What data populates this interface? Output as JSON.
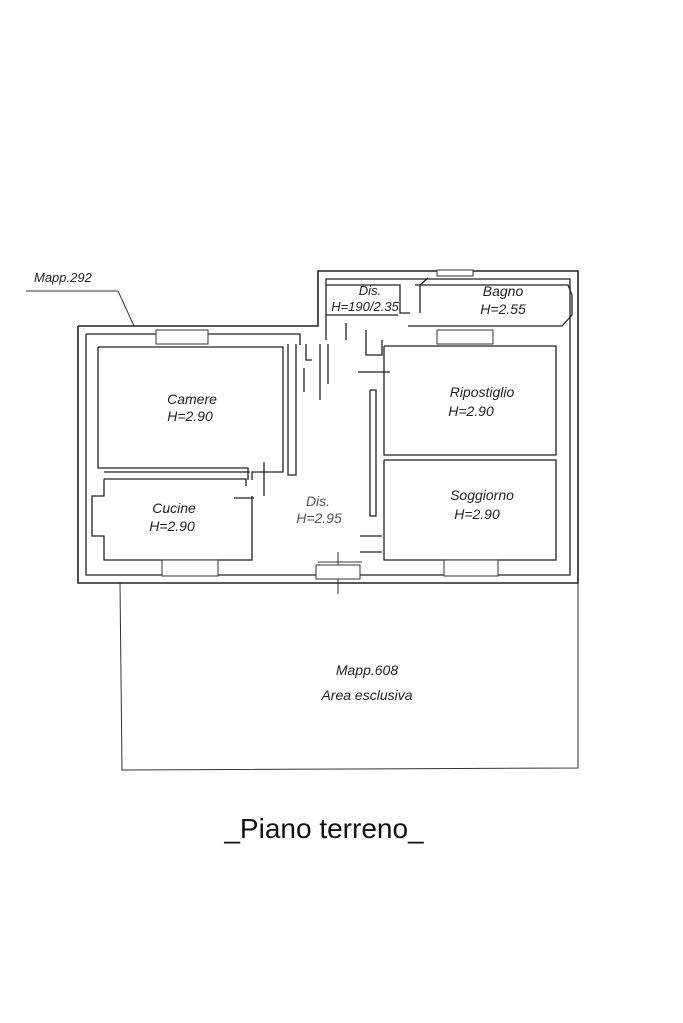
{
  "plan": {
    "mapp_292": "Mapp.292",
    "mapp_608": "Mapp.608",
    "area_esclusiva": "Area esclusiva",
    "title": "_Piano terreno_"
  },
  "rooms": {
    "camere": {
      "name": "Camere",
      "height": "H=2.90"
    },
    "cucine": {
      "name": "Cucine",
      "height": "H=2.90"
    },
    "dis_main": {
      "name": "Dis.",
      "height": "H=2.95"
    },
    "ripostiglio": {
      "name": "Ripostiglio",
      "height": "H=2.90"
    },
    "soggiorno": {
      "name": "Soggiorno",
      "height": "H=2.90"
    },
    "dis_upper": {
      "name": "Dis.",
      "height": "H=190/2.35"
    },
    "bagno": {
      "name": "Bagno",
      "height": "H=2.55"
    }
  }
}
